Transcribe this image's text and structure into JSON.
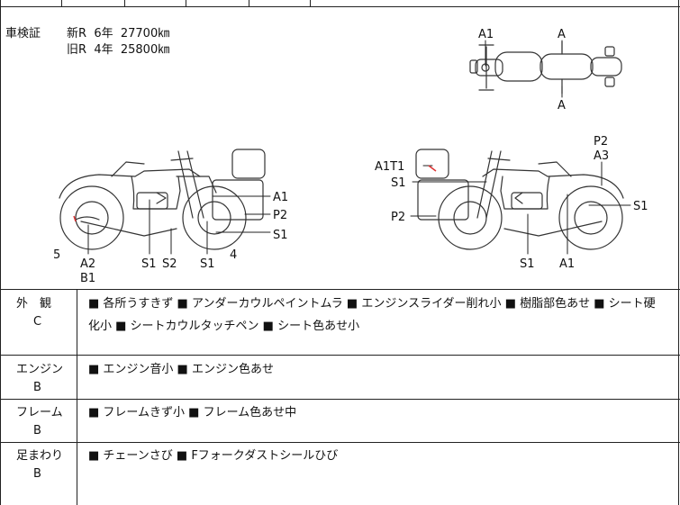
{
  "inspection": {
    "label": "車検証",
    "lines": [
      {
        "type": "新R",
        "years": "6年",
        "price": "27700㎞"
      },
      {
        "type": "旧R",
        "years": "4年",
        "price": "25800㎞"
      }
    ]
  },
  "diagram": {
    "top_view": [
      "A1",
      "A",
      "A"
    ],
    "left_view": [
      "A1",
      "P2",
      "S1",
      "5",
      "A2",
      "B1",
      "S1",
      "S2",
      "S1",
      "4"
    ],
    "right_view": [
      "P2",
      "A3",
      "A1T1",
      "S1",
      "P2",
      "S1",
      "S1",
      "A1"
    ]
  },
  "sections": [
    {
      "title": "外　観",
      "grade": "C",
      "lines": [
        "■ 各所うすきず ■ アンダーカウルペイントムラ ■ エンジンスライダー削れ小 ■ 樹脂部色あせ ■ シート硬",
        "化小 ■ シートカウルタッチペン ■ シート色あせ小"
      ]
    },
    {
      "title": "エンジン",
      "grade": "B",
      "lines": [
        "■ エンジン音小 ■ エンジン色あせ"
      ]
    },
    {
      "title": "フレーム",
      "grade": "B",
      "lines": [
        "■ フレームきず小 ■ フレーム色あせ中"
      ]
    },
    {
      "title": "足まわり",
      "grade": "B",
      "lines": [
        "■ チェーンさび ■ Fフォークダストシールひび"
      ]
    }
  ]
}
